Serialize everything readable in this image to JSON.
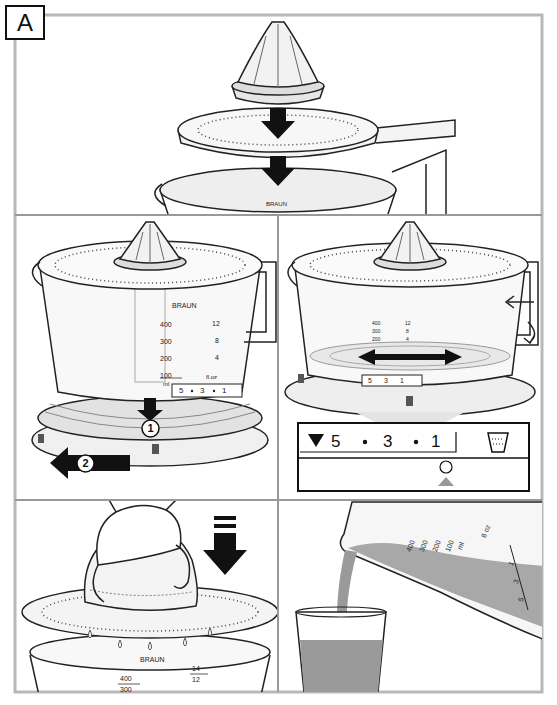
{
  "diagram": {
    "nodes": [
      {
        "text": [
          "A"
        ]
      },
      {
        "text": [
          "1"
        ]
      },
      {
        "text": [
          "2"
        ]
      },
      {
        "text": [
          "5",
          "3",
          "1"
        ]
      }
    ],
    "edges": [],
    "labels": [
      "BRAUN",
      "BRAUN",
      "400",
      "300",
      "200",
      "100",
      "ml",
      "12",
      "8",
      "4",
      "fl.oz",
      "5",
      "3",
      "1",
      "400",
      "300",
      "200",
      "12",
      "8",
      "4",
      "5",
      "3",
      "1",
      "BRAUN",
      "14",
      "12",
      "400",
      "300",
      "400",
      "300",
      "200",
      "100",
      "ml",
      "8 oz",
      "5",
      "3",
      "1"
    ]
  }
}
